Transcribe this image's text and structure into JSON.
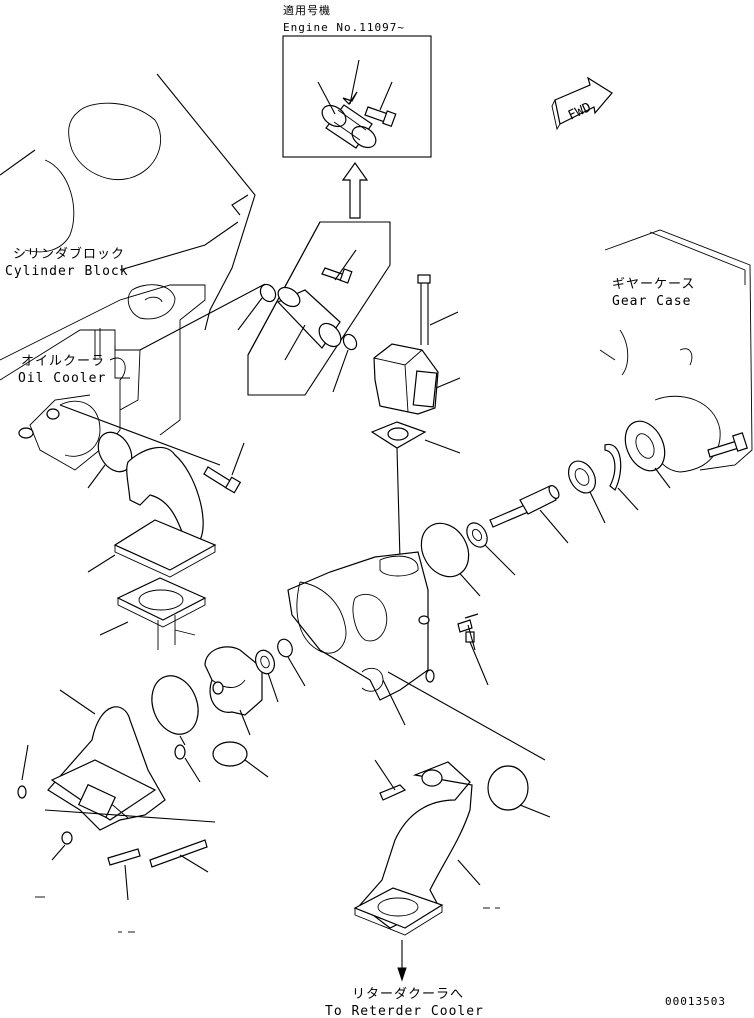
{
  "applicability": {
    "title_jp": "適用号機",
    "engine_no": "Engine No.11097~"
  },
  "labels": {
    "cylinder_block_jp": "シリンダブロック",
    "cylinder_block_en": "Cylinder Block",
    "oil_cooler_jp": "オイルクーラ",
    "oil_cooler_en": "Oil Cooler",
    "gear_case_jp": "ギヤーケース",
    "gear_case_en": "Gear Case",
    "retarder_cooler_jp": "リターダクーラへ",
    "retarder_cooler_en": "To Reterder Cooler",
    "fwd": "FWD"
  },
  "drawing_number": "00013503"
}
